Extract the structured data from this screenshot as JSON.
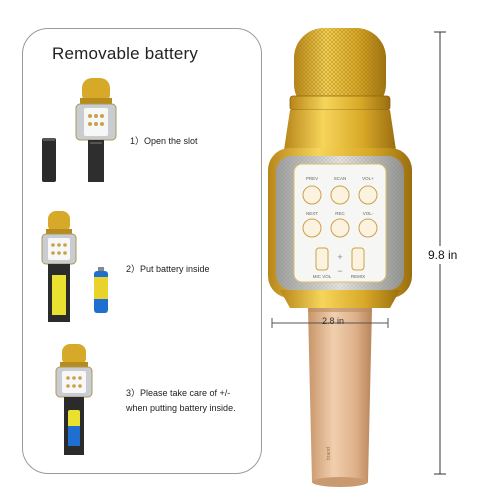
{
  "panel": {
    "title": "Removable battery",
    "steps": [
      {
        "text": "1）Open the slot"
      },
      {
        "text": "2）Put battery inside"
      },
      {
        "text": "3）Please take care of +/- when putting battery inside."
      }
    ]
  },
  "product": {
    "height_label": "9.8 in",
    "width_label": "2.8 in",
    "buttons": {
      "prev": "PREV",
      "scan": "SCAN",
      "vol_up": "VOL+",
      "next": "NEXT",
      "rec": "REC",
      "vol_down": "VOL-",
      "mic_vol": "MIC VOL",
      "remix": "REMIX"
    }
  },
  "colors": {
    "gold": "#d6a928",
    "rose_gold": "#e0b48f",
    "silver": "#c9ccd1",
    "panel_border": "#9a9a9a"
  }
}
